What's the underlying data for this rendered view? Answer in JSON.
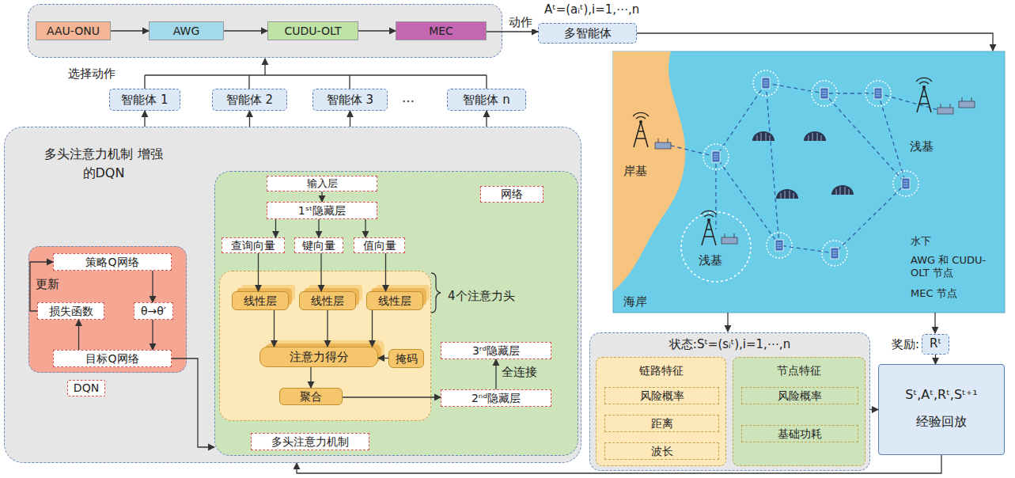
{
  "diagram": {
    "nodes": [
      {
        "text": [
          "AAU-ONU"
        ]
      },
      {
        "text": [
          "AWG"
        ]
      },
      {
        "text": [
          "CUDU-OLT"
        ]
      },
      {
        "text": [
          "MEC"
        ]
      },
      {
        "text": [
          "多智能体"
        ]
      },
      {
        "text": [
          "智能体 1"
        ]
      },
      {
        "text": [
          "智能体 2"
        ]
      },
      {
        "text": [
          "智能体 3"
        ]
      },
      {
        "text": [
          "智能体 n"
        ]
      },
      {
        "text": [
          "多头注意力机制 增强的DQN"
        ]
      },
      {
        "text": [
          "DQN"
        ],
        "in": 9
      },
      {
        "text": [
          "策略Q网络"
        ],
        "in": 10
      },
      {
        "text": [
          "损失函数"
        ],
        "in": 10
      },
      {
        "text": [
          "θ→θ′"
        ],
        "in": 10
      },
      {
        "text": [
          "目标Q网络"
        ],
        "in": 10
      },
      {
        "text": [
          "网络"
        ],
        "in": 9
      },
      {
        "text": [
          "输入层"
        ],
        "in": 15
      },
      {
        "text": [
          "1ˢᵗ隐藏层"
        ],
        "in": 15
      },
      {
        "text": [
          "查询向量"
        ],
        "in": 15
      },
      {
        "text": [
          "键向量"
        ],
        "in": 15
      },
      {
        "text": [
          "值向量"
        ],
        "in": 15
      },
      {
        "text": [
          "4个注意力头"
        ],
        "in": 15
      },
      {
        "text": [
          "线性层"
        ],
        "in": 21
      },
      {
        "text": [
          "线性层"
        ],
        "in": 21
      },
      {
        "text": [
          "线性层"
        ],
        "in": 21
      },
      {
        "text": [
          "注意力得分"
        ],
        "in": 21
      },
      {
        "text": [
          "掩码"
        ],
        "in": 21
      },
      {
        "text": [
          "聚合"
        ],
        "in": 21
      },
      {
        "text": [
          "3ʳᵈ隐藏层"
        ],
        "in": 15
      },
      {
        "text": [
          "2ⁿᵈ隐藏层"
        ],
        "in": 15
      },
      {
        "text": [
          "多头注意力机制"
        ],
        "in": 15
      },
      {
        "text": [
          "状态:Sᵗ=(sᵢᵗ),i=1,⋯,n"
        ]
      },
      {
        "text": [
          "链路特征"
        ],
        "in": 31
      },
      {
        "text": [
          "风险概率"
        ],
        "in": 32
      },
      {
        "text": [
          "距离"
        ],
        "in": 32
      },
      {
        "text": [
          "波长"
        ],
        "in": 32
      },
      {
        "text": [
          "节点特征"
        ],
        "in": 31
      },
      {
        "text": [
          "风险概率"
        ],
        "in": 36
      },
      {
        "text": [
          "基础功耗"
        ],
        "in": 36
      },
      {
        "text": [
          "奖励:",
          "Rᵗ"
        ]
      },
      {
        "text": [
          "Sᵗ,Aᵗ,Rᵗ,Sᵗ⁺¹",
          "经验回放"
        ]
      }
    ],
    "edges": [
      {
        "from": 0,
        "to": 1,
        "arrow": "to"
      },
      {
        "from": 1,
        "to": 2,
        "arrow": "to"
      },
      {
        "from": 2,
        "to": 3,
        "arrow": "to"
      },
      {
        "from": 3,
        "to": 4,
        "label": "动作",
        "arrow": "to"
      },
      {
        "from": 9,
        "to": 5,
        "arrow": "to"
      },
      {
        "from": 9,
        "to": 6,
        "arrow": "to"
      },
      {
        "from": 9,
        "to": 7,
        "arrow": "to"
      },
      {
        "from": 9,
        "to": 8,
        "arrow": "to"
      },
      {
        "from": 14,
        "to": 12,
        "arrow": "to"
      },
      {
        "from": 12,
        "to": 11,
        "label": "更新",
        "arrow": "to"
      },
      {
        "from": 11,
        "to": 13,
        "arrow": "to"
      },
      {
        "from": 13,
        "to": 14,
        "arrow": "to"
      },
      {
        "from": 14,
        "to": 15,
        "arrow": "to"
      },
      {
        "from": 16,
        "to": 17,
        "arrow": "to"
      },
      {
        "from": 17,
        "to": 18,
        "arrow": "to"
      },
      {
        "from": 17,
        "to": 19,
        "arrow": "to"
      },
      {
        "from": 17,
        "to": 20,
        "arrow": "to"
      },
      {
        "from": 18,
        "to": 22,
        "arrow": "to"
      },
      {
        "from": 19,
        "to": 23,
        "arrow": "to"
      },
      {
        "from": 20,
        "to": 24,
        "arrow": "to"
      },
      {
        "from": 22,
        "to": 25,
        "arrow": "to"
      },
      {
        "from": 23,
        "to": 25,
        "arrow": "to"
      },
      {
        "from": 24,
        "to": 25,
        "arrow": "to"
      },
      {
        "from": 26,
        "to": 25,
        "arrow": "to"
      },
      {
        "from": 25,
        "to": 27,
        "arrow": "to"
      },
      {
        "from": 27,
        "to": 29,
        "arrow": "to"
      },
      {
        "from": 29,
        "to": 28,
        "label": "全连接",
        "arrow": "to"
      },
      {
        "from": 39,
        "to": 40,
        "arrow": "to"
      },
      {
        "from": 31,
        "to": 40,
        "arrow": "to"
      },
      {
        "from": 40,
        "to": 9,
        "arrow": "to"
      }
    ],
    "labels": [
      "Aᵗ=(aᵢᵗ),i=1,⋯,n",
      "选择动作",
      "…",
      "岸基",
      "浅基",
      "浅基",
      "海岸"
    ],
    "legend": [
      {
        "text": "水下"
      },
      {
        "text": "AWG 和 CUDU-OLT 节点"
      },
      {
        "text": "MEC 节点"
      }
    ]
  }
}
